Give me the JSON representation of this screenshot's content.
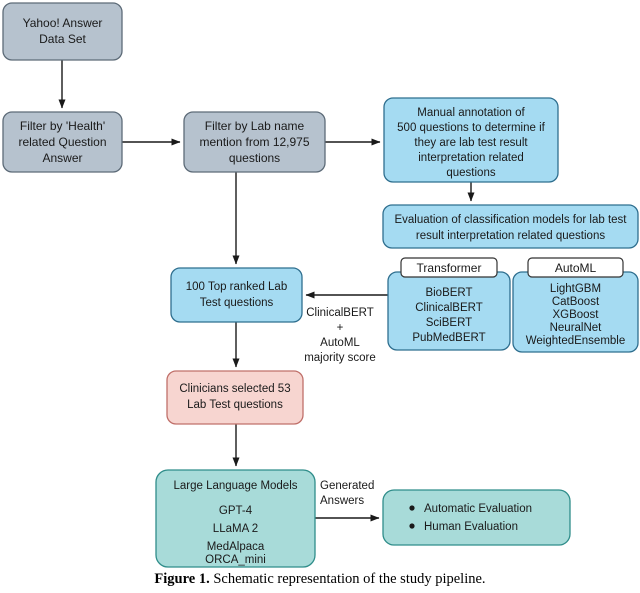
{
  "figure": {
    "caption_label": "Figure 1.",
    "caption_text": "Schematic representation of the study pipeline."
  },
  "colors": {
    "gray_fill": "#b6c2ce",
    "gray_stroke": "#5d6b78",
    "blue_fill": "#a5dbf2",
    "blue_stroke": "#2f6f8f",
    "pink_fill": "#f7d5d0",
    "pink_stroke": "#c0706a",
    "teal_fill": "#a8dbd9",
    "teal_stroke": "#2f8d8a",
    "white_fill": "#ffffff",
    "white_stroke": "#333333",
    "arrow": "#1a1a1a",
    "text": "#1a1a1a"
  },
  "nodes": {
    "dataset": {
      "lines": [
        "Yahoo! Answer",
        "Data Set"
      ]
    },
    "filter_health": {
      "lines": [
        "Filter by 'Health'",
        "related Question",
        "Answer"
      ]
    },
    "filter_lab_name": {
      "lines": [
        "Filter by Lab name",
        "mention from 12,975",
        "questions"
      ]
    },
    "manual_annotation": {
      "lines": [
        "Manual annotation of",
        "500 questions to determine if",
        "they are lab test result",
        "interpretation related",
        "questions"
      ]
    },
    "evaluation_models": {
      "lines": [
        "Evaluation of classification models for lab test",
        "result interpretation related questions"
      ]
    },
    "transformer": {
      "tab_label": "Transformer",
      "items": [
        "BioBERT",
        "ClinicalBERT",
        "SciBERT",
        "PubMedBERT"
      ]
    },
    "automl": {
      "tab_label": "AutoML",
      "items": [
        "LightGBM",
        "CatBoost",
        "XGBoost",
        "NeuralNet",
        "WeightedEnsemble"
      ]
    },
    "top_ranked": {
      "lines": [
        "100 Top ranked Lab",
        "Test questions"
      ]
    },
    "clinicians_selected": {
      "lines": [
        "Clinicians selected 53",
        "Lab Test questions"
      ]
    },
    "llm": {
      "title": "Large Language Models",
      "items": [
        "GPT-4",
        "LLaMA 2",
        "MedAlpaca",
        "ORCA_mini"
      ]
    },
    "evaluation_types": {
      "items": [
        "Automatic Evaluation",
        "Human Evaluation"
      ]
    }
  },
  "edge_labels": {
    "majority_score": [
      "ClinicalBERT",
      "+",
      "AutoML",
      "majority score"
    ],
    "generated_answers": [
      "Generated",
      "Answers"
    ]
  }
}
